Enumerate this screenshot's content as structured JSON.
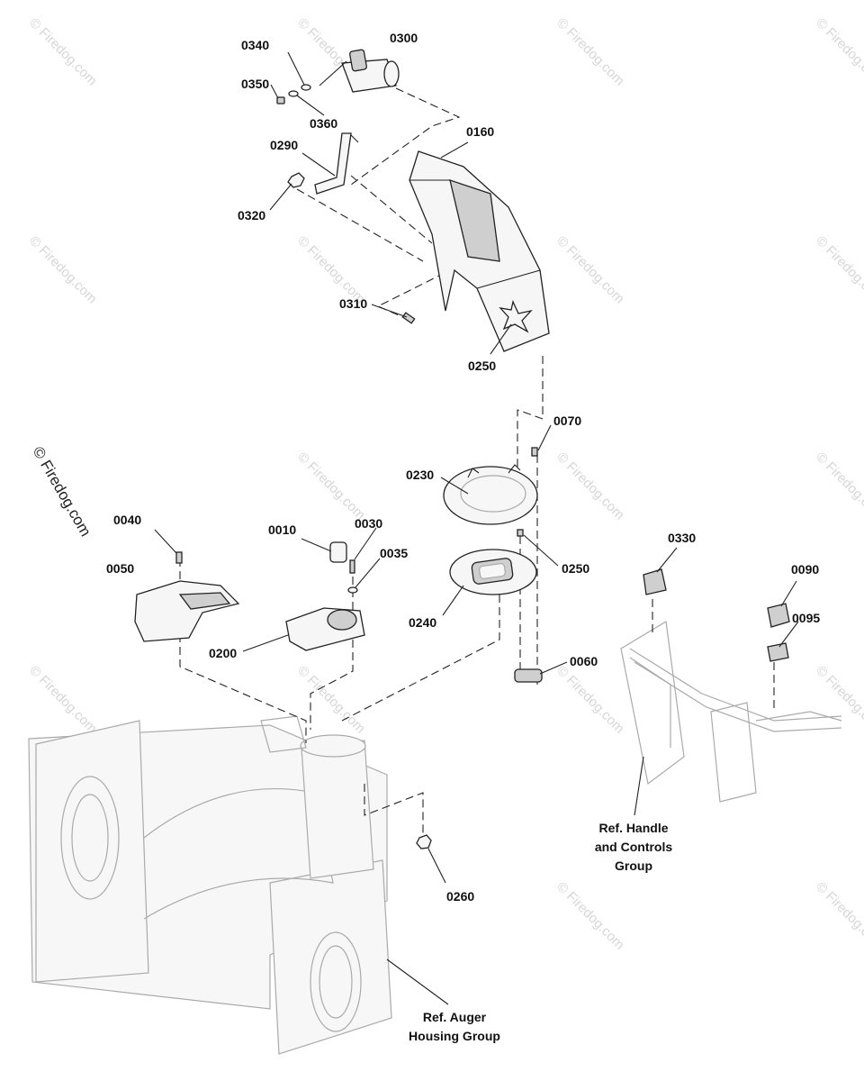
{
  "watermark": {
    "text": "© Firedog.com",
    "edge_text": "© Firedog.com"
  },
  "parts": {
    "p0340": "0340",
    "p0300": "0300",
    "p0350": "0350",
    "p0360": "0360",
    "p0290": "0290",
    "p0160": "0160",
    "p0320": "0320",
    "p0310": "0310",
    "p0250_top": "0250",
    "p0070": "0070",
    "p0230": "0230",
    "p0250_mid": "0250",
    "p0240": "0240",
    "p0040": "0040",
    "p0050": "0050",
    "p0010": "0010",
    "p0030": "0030",
    "p0035": "0035",
    "p0200": "0200",
    "p0060": "0060",
    "p0260": "0260",
    "p0330": "0330",
    "p0090": "0090",
    "p0095": "0095"
  },
  "references": {
    "handle": [
      "Ref. Handle",
      "and Controls",
      "Group"
    ],
    "auger": [
      "Ref. Auger",
      "Housing Group"
    ]
  }
}
